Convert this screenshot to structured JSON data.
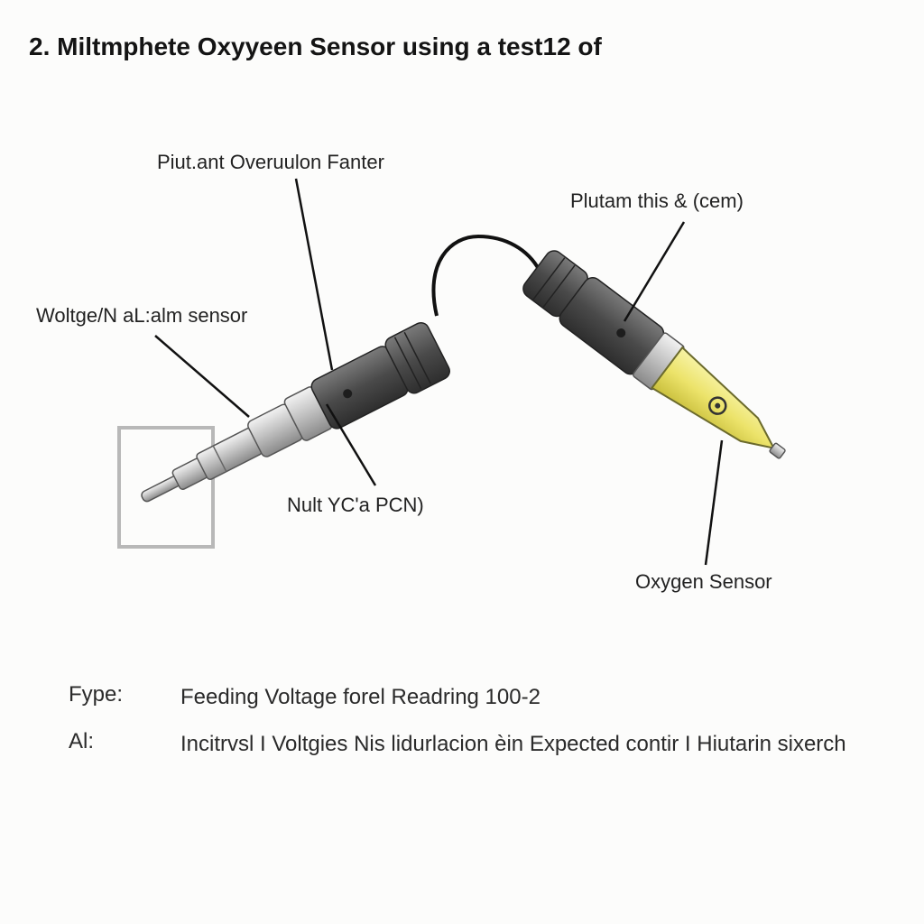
{
  "title": "2. Miltmphete Oxyyeen Sensor using a test12 of",
  "diagram": {
    "labels": {
      "filter": "Piut.ant Overuulon Fanter",
      "plutam": "Plutam this & (cem)",
      "voltage": "Woltge/N aL:alm sensor",
      "nult": "Nult YC'a PCN)",
      "oxygen": "Oxygen Sensor"
    },
    "colors": {
      "dark_housing": "#4a4a4a",
      "metal": "#c9c9c9",
      "sensor_tip": "#efe97a",
      "wire": "#111111",
      "frame": "#b8b8b8"
    }
  },
  "info": {
    "rows": [
      {
        "key": "Fype:",
        "value": "Feeding Voltage forel Readring 100-2"
      },
      {
        "key": "Al:",
        "value": "Incitrvsl I Voltgies Nis lidurlacion èin Expected contir I Hiutarin sixerch"
      }
    ]
  }
}
